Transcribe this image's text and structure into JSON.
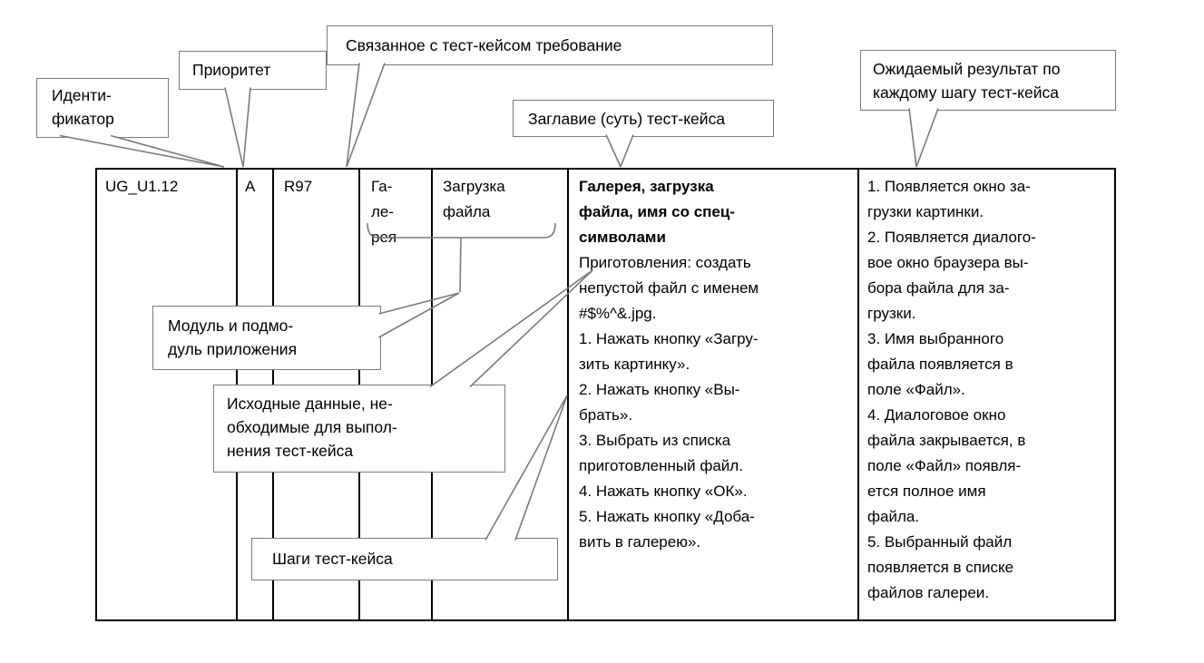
{
  "figure": {
    "callouts": {
      "identifier": "Иденти-\nфикатор",
      "priority": "Приоритет",
      "requirement": "Связанное с тест-кейсом требование",
      "case_title": "Заглавие (суть) тест-кейса",
      "expected": "Ожидаемый результат по\nкаждому шагу тест-кейса",
      "module": "Модуль и подмо-\nдуль приложения",
      "input_data": "Исходные данные, не-\nобходимые для выпол-\nнения тест-кейса",
      "steps": "Шаги тест-кейса"
    },
    "table": {
      "id": "UG_U1.12",
      "priority": "A",
      "requirement": "R97",
      "module": "Га-\nле-\nрея",
      "submodule": "Загрузка\nфайла",
      "case_title": "Галерея, загрузка\nфайла, имя со спец-\nсимволами",
      "case_body": "Приготовления: создать\nнепустой файл с именем\n#$%^&.jpg.\n1. Нажать кнопку «Загру-\nзить картинку».\n2. Нажать кнопку «Вы-\nбрать».\n3. Выбрать из списка\nприготовленный файл.\n4. Нажать кнопку «ОК».\n5. Нажать кнопку «Доба-\nвить в галерею».",
      "expected_results": "1. Появляется окно за-\nгрузки картинки.\n2. Появляется диалого-\nвое окно браузера вы-\nбора файла для за-\nгрузки.\n3. Имя выбранного\nфайла появляется в\nполе «Файл».\n4. Диалоговое окно\nфайла закрывается, в\nполе «Файл» появля-\nется полное имя\nфайла.\n5. Выбранный файл\nпоявляется в списке\nфайлов галереи."
    },
    "colors": {
      "line": "#7a7a7a",
      "table_border": "#000000"
    }
  }
}
